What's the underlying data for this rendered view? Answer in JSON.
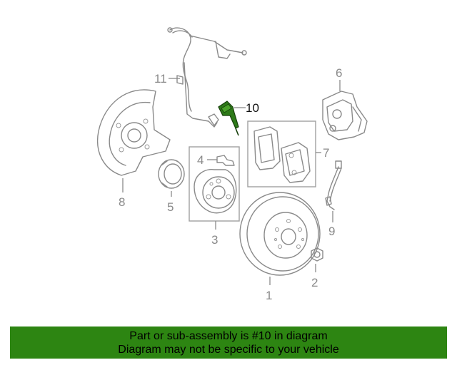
{
  "callouts": {
    "c1": "1",
    "c2": "2",
    "c3": "3",
    "c4": "4",
    "c5": "5",
    "c6": "6",
    "c7": "7",
    "c8": "8",
    "c9": "9",
    "c10": "10",
    "c11": "11"
  },
  "highlight_color": "#2d8512",
  "banner": {
    "line1": "Part or sub-assembly is #10 in diagram",
    "line2": "Diagram may not be specific to your vehicle"
  }
}
